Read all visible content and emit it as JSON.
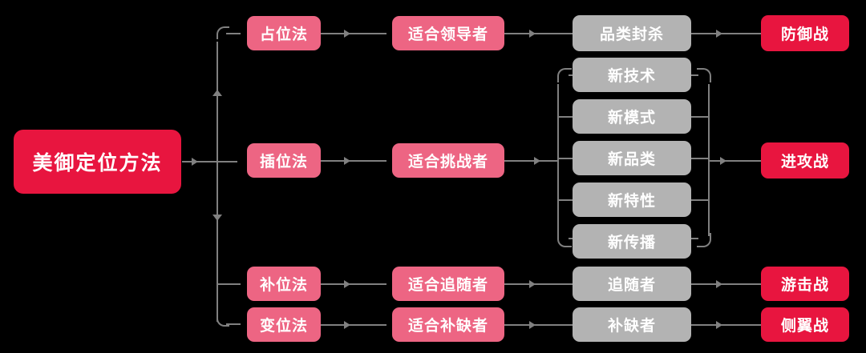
{
  "diagram": {
    "title": "美御定位方法",
    "type": "flowchart",
    "colors": {
      "background": "#000000",
      "root": "#e8153f",
      "method": "#ed6583",
      "audience": "#ed6583",
      "tactic": "#b3b3b3",
      "warfare": "#e8153f",
      "connector": "#808080",
      "text": "#ffffff"
    },
    "root": {
      "label": "美御定位方法"
    },
    "columns": {
      "methods": [
        {
          "id": "m1",
          "label": "占位法"
        },
        {
          "id": "m2",
          "label": "插位法"
        },
        {
          "id": "m3",
          "label": "补位法"
        },
        {
          "id": "m4",
          "label": "变位法"
        }
      ],
      "audiences": [
        {
          "id": "a1",
          "label": "适合领导者"
        },
        {
          "id": "a2",
          "label": "适合挑战者"
        },
        {
          "id": "a3",
          "label": "适合追随者"
        },
        {
          "id": "a4",
          "label": "适合补缺者"
        }
      ],
      "tactics": [
        {
          "id": "t1",
          "label": "品类封杀"
        },
        {
          "id": "t2",
          "label": "新技术"
        },
        {
          "id": "t3",
          "label": "新模式"
        },
        {
          "id": "t4",
          "label": "新品类"
        },
        {
          "id": "t5",
          "label": "新特性"
        },
        {
          "id": "t6",
          "label": "新传播"
        },
        {
          "id": "t7",
          "label": "追随者"
        },
        {
          "id": "t8",
          "label": "补缺者"
        }
      ],
      "warfare": [
        {
          "id": "w1",
          "label": "防御战"
        },
        {
          "id": "w2",
          "label": "进攻战"
        },
        {
          "id": "w3",
          "label": "游击战"
        },
        {
          "id": "w4",
          "label": "侧翼战"
        }
      ]
    },
    "flows": [
      {
        "from": "美御定位方法",
        "to": "占位法"
      },
      {
        "from": "美御定位方法",
        "to": "插位法"
      },
      {
        "from": "美御定位方法",
        "to": "补位法"
      },
      {
        "from": "美御定位方法",
        "to": "变位法"
      },
      {
        "from": "占位法",
        "to": "适合领导者"
      },
      {
        "from": "适合领导者",
        "to": "品类封杀"
      },
      {
        "from": "品类封杀",
        "to": "防御战"
      },
      {
        "from": "插位法",
        "to": "适合挑战者"
      },
      {
        "from": "适合挑战者",
        "to": "新技术/新模式/新品类/新特性/新传播"
      },
      {
        "from": "新技术/新模式/新品类/新特性/新传播",
        "to": "进攻战"
      },
      {
        "from": "补位法",
        "to": "适合追随者"
      },
      {
        "from": "适合追随者",
        "to": "追随者"
      },
      {
        "from": "追随者",
        "to": "游击战"
      },
      {
        "from": "变位法",
        "to": "适合补缺者"
      },
      {
        "from": "适合补缺者",
        "to": "补缺者"
      },
      {
        "from": "补缺者",
        "to": "侧翼战"
      }
    ]
  }
}
